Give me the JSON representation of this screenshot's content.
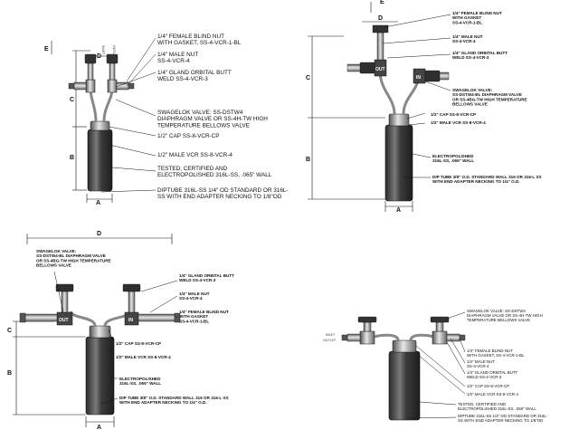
{
  "views": [
    {
      "id": "top-left",
      "labels": [
        "1/4\" FEMALE BLIND NUT\nWITH GASKET, SS-4-VCR-1-BL",
        "1/4\" MALE NUT\nSS-4-VCR-4",
        "1/4\" GLAND ORBITAL BUTT\nWELD SS-4-VCR-3",
        "SWAGELOK VALVE:  SS-DSTW4\nDIAPHRAGM VALVE OR SS-4H-TW HIGH\nTEMPERATURE BELLOWS VALVE",
        "1/2\" CAP SS-8-VCR-CP",
        "1/2\" MALE VCR SS-8-VCR-4",
        "TESTED, CERTIFIED AND\nELECTROPOLISHED 316L-SS, .065\" WALL",
        "DIPTUBE  316L-SS 1/4\" OD STANDARD OR 316L-\nSS WITH END ADAPTER NECKING TO 1/8\"OD"
      ],
      "dims": [
        "E",
        "D",
        "C",
        "B",
        "A"
      ],
      "ports": [
        "INLET",
        "OUTLET"
      ]
    },
    {
      "id": "top-right",
      "labels": [
        "1/4\" FEMALE BLIND NUT\nWITH GASKET\nSS-4-VCR-1-BL",
        "1/4\" MALE NUT\nSS-4-VCR-4",
        "1/4\" GLAND ORBITAL BUTT\nWELD SS-4-VCR-3",
        "SWAGELOK VALVE:\nSS-DSTW4-BL DIAPHRAGM VALVE\nOR SS-4BG-TW HIGH TEMPERATURE\nBELLOWS VALVE",
        "1/2\" CAP SS-8-VCR-CP",
        "1/2\" MALE VCR SS-8-VCR-4",
        "ELECTROPOLISHED\n316L-SS, .065\" WALL",
        "DIP TUBE 3/8\" O.D. STANDARD WALL 316 OR 316-L SS\nWITH END ADAPTER NECKING TO 1/4\" O.D."
      ],
      "dims": [
        "E",
        "D",
        "C",
        "B",
        "A"
      ],
      "ports": [
        "OUT",
        "IN"
      ]
    },
    {
      "id": "bottom-left",
      "labels": [
        "SWAGELOK VALVE:\nSS-DSTW4-BL DIAPHRAGM VALVE\nOR SS-4BG-TW HIGH TEMPERATURE\nBELLOWS VALVE",
        "1/4\" GLAND ORBITAL BUTT\nWELD SS-4-VCR-3",
        "1/4\" MALE NUT\nSS-4-VCR-4",
        "1/4\" FEMALE BLIND NUT\nWITH GASKET\nSS-4-VCR-1-BL",
        "1/2\" CAP SS-8-VCR-CP",
        "1/2\" MALE VCR SS-8-VCR-4",
        "ELECTROPOLISHED\n316L-SS, .065\" WALL",
        "DIP TUBE 3/8\" O.D. STANDARD WALL 316 OR 316-L SS\nWITH END ADAPTER NECKING TO 1/4\" O.D."
      ],
      "dims": [
        "D",
        "C",
        "B",
        "A"
      ],
      "ports": [
        "OUT",
        "IN"
      ]
    },
    {
      "id": "bottom-right",
      "labels": [
        "SWAGELOK VALVE:  SS-DSTW4\nDIAPHRAGM VALVE OR SS-4H-TW HIGH\nTEMPERATURE BELLOWS VALVE",
        "1/4\" FEMALE BLIND NUT\nWITH GASKET, SS-4-VCR-1-BL",
        "1/4\" MALE NUT\nSS-4-VCR-4",
        "1/4\" GLAND ORBITAL BUTT\nWELD SS-4-VCR-3",
        "1/2\" CAP SS-8-VCR-CP",
        "1/2\" MALE VCR SS-8-VCR-4",
        "TESTED, CERTIFIED AND\nELECTROPOLISHED 316L-SS, .065\" WALL",
        "DIPTUBE  316L-SS 1/4\" OD STANDARD OR 316L-\nSS WITH END ADAPTER NECKING TO 1/8\"OD"
      ],
      "dims": [],
      "ports": [
        "INLET",
        "OUTLET"
      ]
    }
  ],
  "colors": {
    "line": "#111111",
    "steel_dark": "#4a4a4a",
    "steel_mid": "#8a8a8a",
    "steel_light": "#d8d8d8"
  }
}
